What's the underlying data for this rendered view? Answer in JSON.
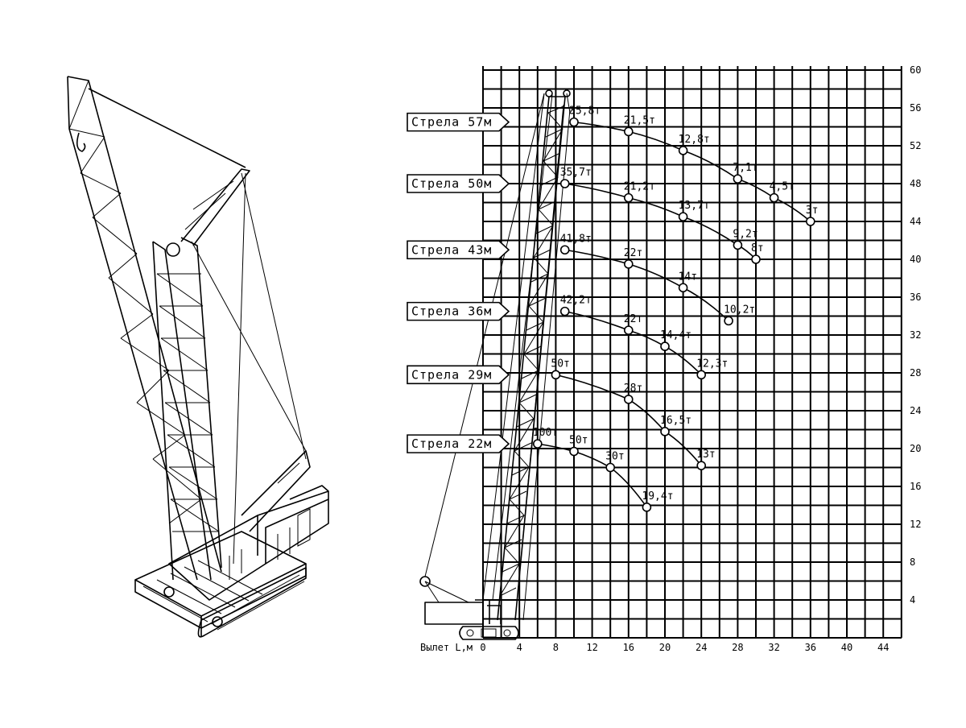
{
  "chart_data": {
    "type": "line",
    "xlabel": "Вылет L,м",
    "x_ticks": [
      "0",
      "4",
      "8",
      "12",
      "16",
      "20",
      "24",
      "28",
      "32",
      "36",
      "40",
      "44"
    ],
    "y_ticks": [
      "4",
      "8",
      "12",
      "16",
      "20",
      "24",
      "28",
      "32",
      "36",
      "40",
      "44",
      "48",
      "52",
      "56",
      "60"
    ],
    "xlim": [
      0,
      46
    ],
    "ylim": [
      0,
      60
    ],
    "grid": true,
    "series": [
      {
        "name": "Стрела 57м",
        "points": [
          {
            "x": 10,
            "y": 54.5,
            "label": "35,8т"
          },
          {
            "x": 16,
            "y": 53.5,
            "label": "21,5т"
          },
          {
            "x": 22,
            "y": 51.5,
            "label": "12,8т"
          },
          {
            "x": 28,
            "y": 48.5,
            "label": "7,1т"
          },
          {
            "x": 32,
            "y": 46.5,
            "label": "4,5т"
          },
          {
            "x": 36,
            "y": 44.0,
            "label": "3т"
          }
        ]
      },
      {
        "name": "Стрела 50м",
        "points": [
          {
            "x": 9,
            "y": 48.0,
            "label": "35,7т"
          },
          {
            "x": 16,
            "y": 46.5,
            "label": "21,2т"
          },
          {
            "x": 22,
            "y": 44.5,
            "label": "13,7т"
          },
          {
            "x": 28,
            "y": 41.5,
            "label": "9,2т"
          },
          {
            "x": 30,
            "y": 40.0,
            "label": "8т"
          }
        ]
      },
      {
        "name": "Стрела 43м",
        "points": [
          {
            "x": 9,
            "y": 41.0,
            "label": "41,8т"
          },
          {
            "x": 16,
            "y": 39.5,
            "label": "22т"
          },
          {
            "x": 22,
            "y": 37.0,
            "label": "14т"
          },
          {
            "x": 27,
            "y": 33.5,
            "label": "10,2т"
          }
        ]
      },
      {
        "name": "Стрела 36м",
        "points": [
          {
            "x": 9,
            "y": 34.5,
            "label": "42,2т"
          },
          {
            "x": 16,
            "y": 32.5,
            "label": "22т"
          },
          {
            "x": 20,
            "y": 30.8,
            "label": "14,4т"
          },
          {
            "x": 24,
            "y": 27.8,
            "label": "12,3т"
          }
        ]
      },
      {
        "name": "Стрела 29м",
        "points": [
          {
            "x": 8,
            "y": 27.8,
            "label": "50т"
          },
          {
            "x": 16,
            "y": 25.2,
            "label": "28т"
          },
          {
            "x": 20,
            "y": 21.8,
            "label": "16,5т"
          },
          {
            "x": 24,
            "y": 18.2,
            "label": "13т"
          }
        ]
      },
      {
        "name": "Стрела 22м",
        "points": [
          {
            "x": 6,
            "y": 20.5,
            "label": "100т"
          },
          {
            "x": 10,
            "y": 19.7,
            "label": "50т"
          },
          {
            "x": 14,
            "y": 18.0,
            "label": "30т"
          },
          {
            "x": 18,
            "y": 13.8,
            "label": "19,4т"
          }
        ]
      }
    ]
  }
}
